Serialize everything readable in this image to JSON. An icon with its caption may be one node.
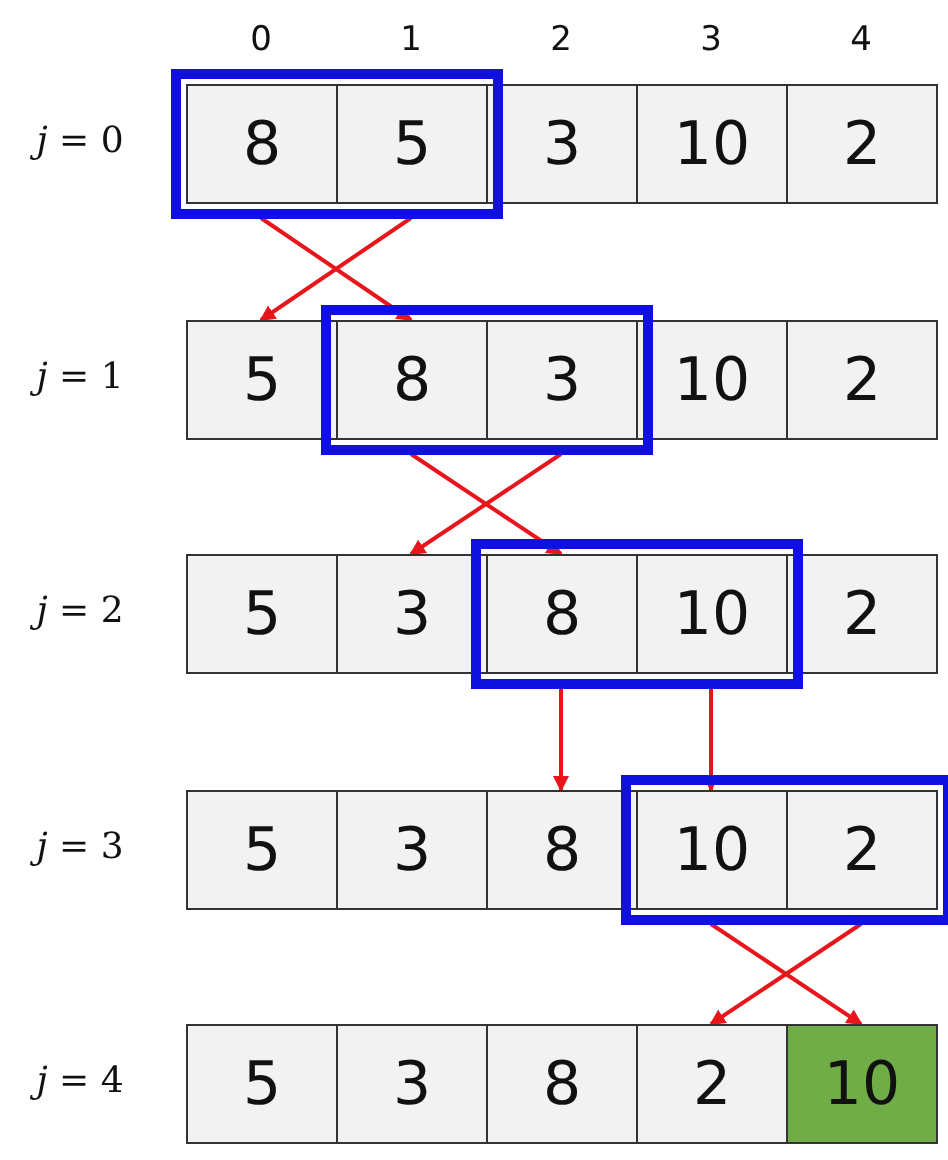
{
  "diagram": {
    "nodes": [
      {
        "text": [
          "8"
        ]
      },
      {
        "text": [
          "5"
        ]
      },
      {
        "text": [
          "3"
        ]
      },
      {
        "text": [
          "10"
        ]
      },
      {
        "text": [
          "2"
        ]
      },
      {
        "text": [
          "5"
        ]
      },
      {
        "text": [
          "8"
        ]
      },
      {
        "text": [
          "3"
        ]
      },
      {
        "text": [
          "10"
        ]
      },
      {
        "text": [
          "2"
        ]
      },
      {
        "text": [
          "5"
        ]
      },
      {
        "text": [
          "3"
        ]
      },
      {
        "text": [
          "8"
        ]
      },
      {
        "text": [
          "10"
        ]
      },
      {
        "text": [
          "2"
        ]
      },
      {
        "text": [
          "5"
        ]
      },
      {
        "text": [
          "3"
        ]
      },
      {
        "text": [
          "8"
        ]
      },
      {
        "text": [
          "10"
        ]
      },
      {
        "text": [
          "2"
        ]
      },
      {
        "text": [
          "5"
        ]
      },
      {
        "text": [
          "3"
        ]
      },
      {
        "text": [
          "8"
        ]
      },
      {
        "text": [
          "2"
        ]
      },
      {
        "text": [
          "10"
        ]
      }
    ],
    "edges": [
      {
        "from": 0,
        "to": 6,
        "arrow": "to",
        "color": "#e8161b"
      },
      {
        "from": 1,
        "to": 5,
        "arrow": "to",
        "color": "#e8161b"
      },
      {
        "from": 6,
        "to": 12,
        "arrow": "to",
        "color": "#e8161b"
      },
      {
        "from": 7,
        "to": 11,
        "arrow": "to",
        "color": "#e8161b"
      },
      {
        "from": 12,
        "to": 17,
        "arrow": "to",
        "color": "#e8161b"
      },
      {
        "from": 13,
        "to": 18,
        "arrow": "to",
        "color": "#e8161b"
      },
      {
        "from": 18,
        "to": 24,
        "arrow": "to",
        "color": "#e8161b"
      },
      {
        "from": 19,
        "to": 23,
        "arrow": "to",
        "color": "#e8161b"
      }
    ],
    "labels": [
      "0",
      "1",
      "2",
      "3",
      "4",
      "*j* = 0",
      "*j* = 1",
      "*j* = 2",
      "*j* = 3",
      "*j* = 4"
    ]
  }
}
